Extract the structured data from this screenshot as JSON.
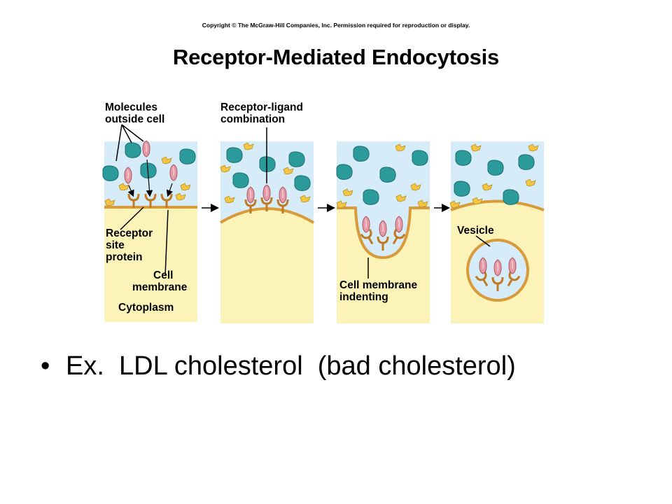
{
  "header": {
    "copyright": "Copyright © The McGraw-Hill Companies, Inc. Permission required for reproduction or display.",
    "title": "Receptor-Mediated Endocytosis"
  },
  "diagram": {
    "labels": {
      "molecules_outside_line1": "Molecules",
      "molecules_outside_line2": "outside cell",
      "receptor_ligand_line1": "Receptor-ligand",
      "receptor_ligand_line2": "combination",
      "receptor_site_line1": "Receptor",
      "receptor_site_line2": "site",
      "receptor_site_line3": "protein",
      "cell_membrane_line1": "Cell",
      "cell_membrane_line2": "membrane",
      "cytoplasm": "Cytoplasm",
      "indenting_line1": "Cell membrane",
      "indenting_line2": "indenting",
      "vesicle": "Vesicle"
    },
    "colors": {
      "outside": "#d6ecf8",
      "cytoplasm": "#fbf3b8",
      "membrane": "#d99a3a",
      "teal": "#2b9a9a",
      "pink": "#e69aa6",
      "yellow": "#f4c542"
    }
  },
  "bullet": {
    "marker": "•",
    "text": "Ex.  LDL cholesterol  (bad cholesterol)"
  }
}
